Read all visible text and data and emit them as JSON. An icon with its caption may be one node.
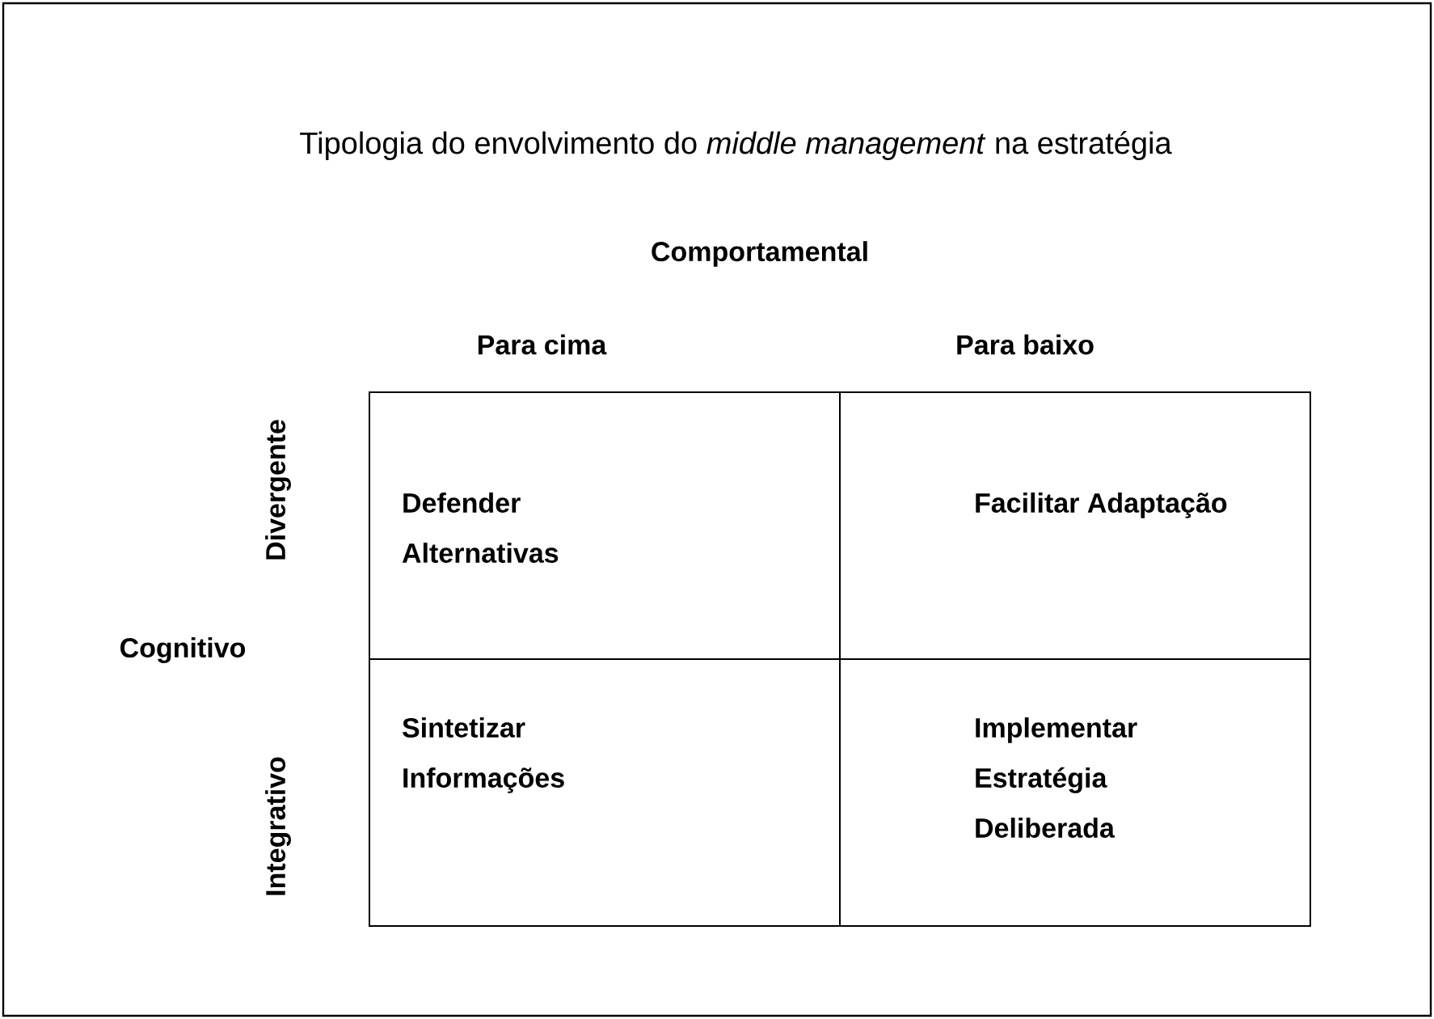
{
  "diagram": {
    "title": "Tipologia do envolvimento do *middle management* na estratégia",
    "nodes": [
      {
        "text": [
          "Defender Alternativas"
        ]
      },
      {
        "text": [
          "Facilitar Adaptação"
        ]
      },
      {
        "text": [
          "Sintetizar Informações"
        ]
      },
      {
        "text": [
          "Implementar Estratégia Deliberada"
        ]
      }
    ],
    "labels": [
      "Comportamental",
      "Para cima",
      "Para baixo",
      "Divergente",
      "Cognitivo",
      "Integrativo"
    ]
  }
}
